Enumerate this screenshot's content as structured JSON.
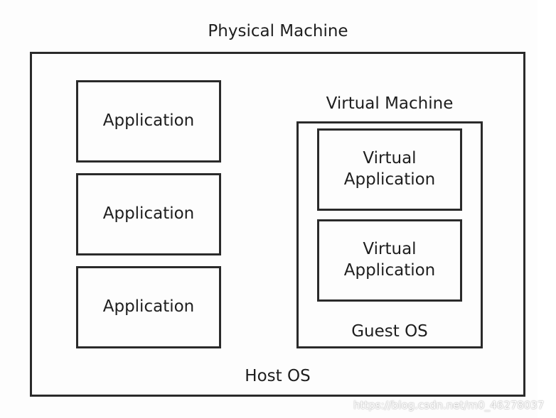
{
  "diagram": {
    "physical_machine_label": "Physical Machine",
    "host_os_label": "Host OS",
    "applications": [
      {
        "label": "Application"
      },
      {
        "label": "Application"
      },
      {
        "label": "Application"
      }
    ],
    "virtual_machine": {
      "label": "Virtual Machine",
      "guest_os_label": "Guest OS",
      "virtual_applications": [
        {
          "line1": "Virtual",
          "line2": "Application"
        },
        {
          "line1": "Virtual",
          "line2": "Application"
        }
      ]
    }
  },
  "watermark": "https://blog.csdn.net/m0_46278037",
  "colors": {
    "stroke": "#2a2a2a",
    "text": "#1e1e1e",
    "background": "#fdfdfd"
  }
}
